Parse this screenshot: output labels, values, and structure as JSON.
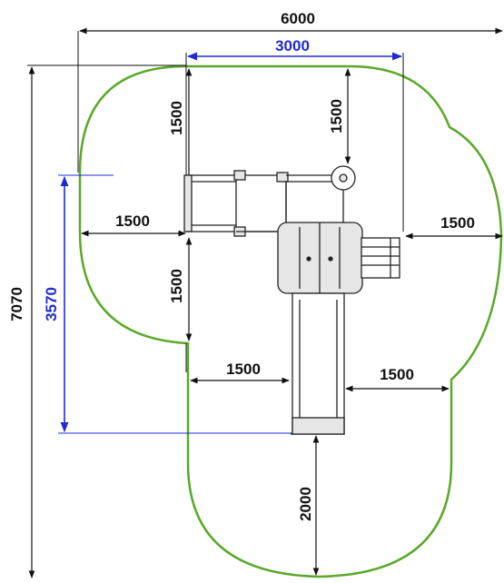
{
  "colors": {
    "zone_outline": "#5aa82a",
    "dimension_black": "#111111",
    "dimension_blue": "#1f2bd1",
    "equipment_line": "#222222",
    "equipment_fill": "#e6e6e6"
  },
  "dimensions": {
    "overall_width": "6000",
    "equipment_width": "3000",
    "overall_height": "7070",
    "equipment_height": "3570",
    "top_left_clearance": "1500",
    "top_right_clearance": "1500",
    "left_clearance": "1500",
    "right_clearance": "1500",
    "lower_left_clearance": "1500",
    "slide_left_clearance": "1500",
    "slide_right_clearance": "1500",
    "slide_exit_clearance": "2000"
  }
}
